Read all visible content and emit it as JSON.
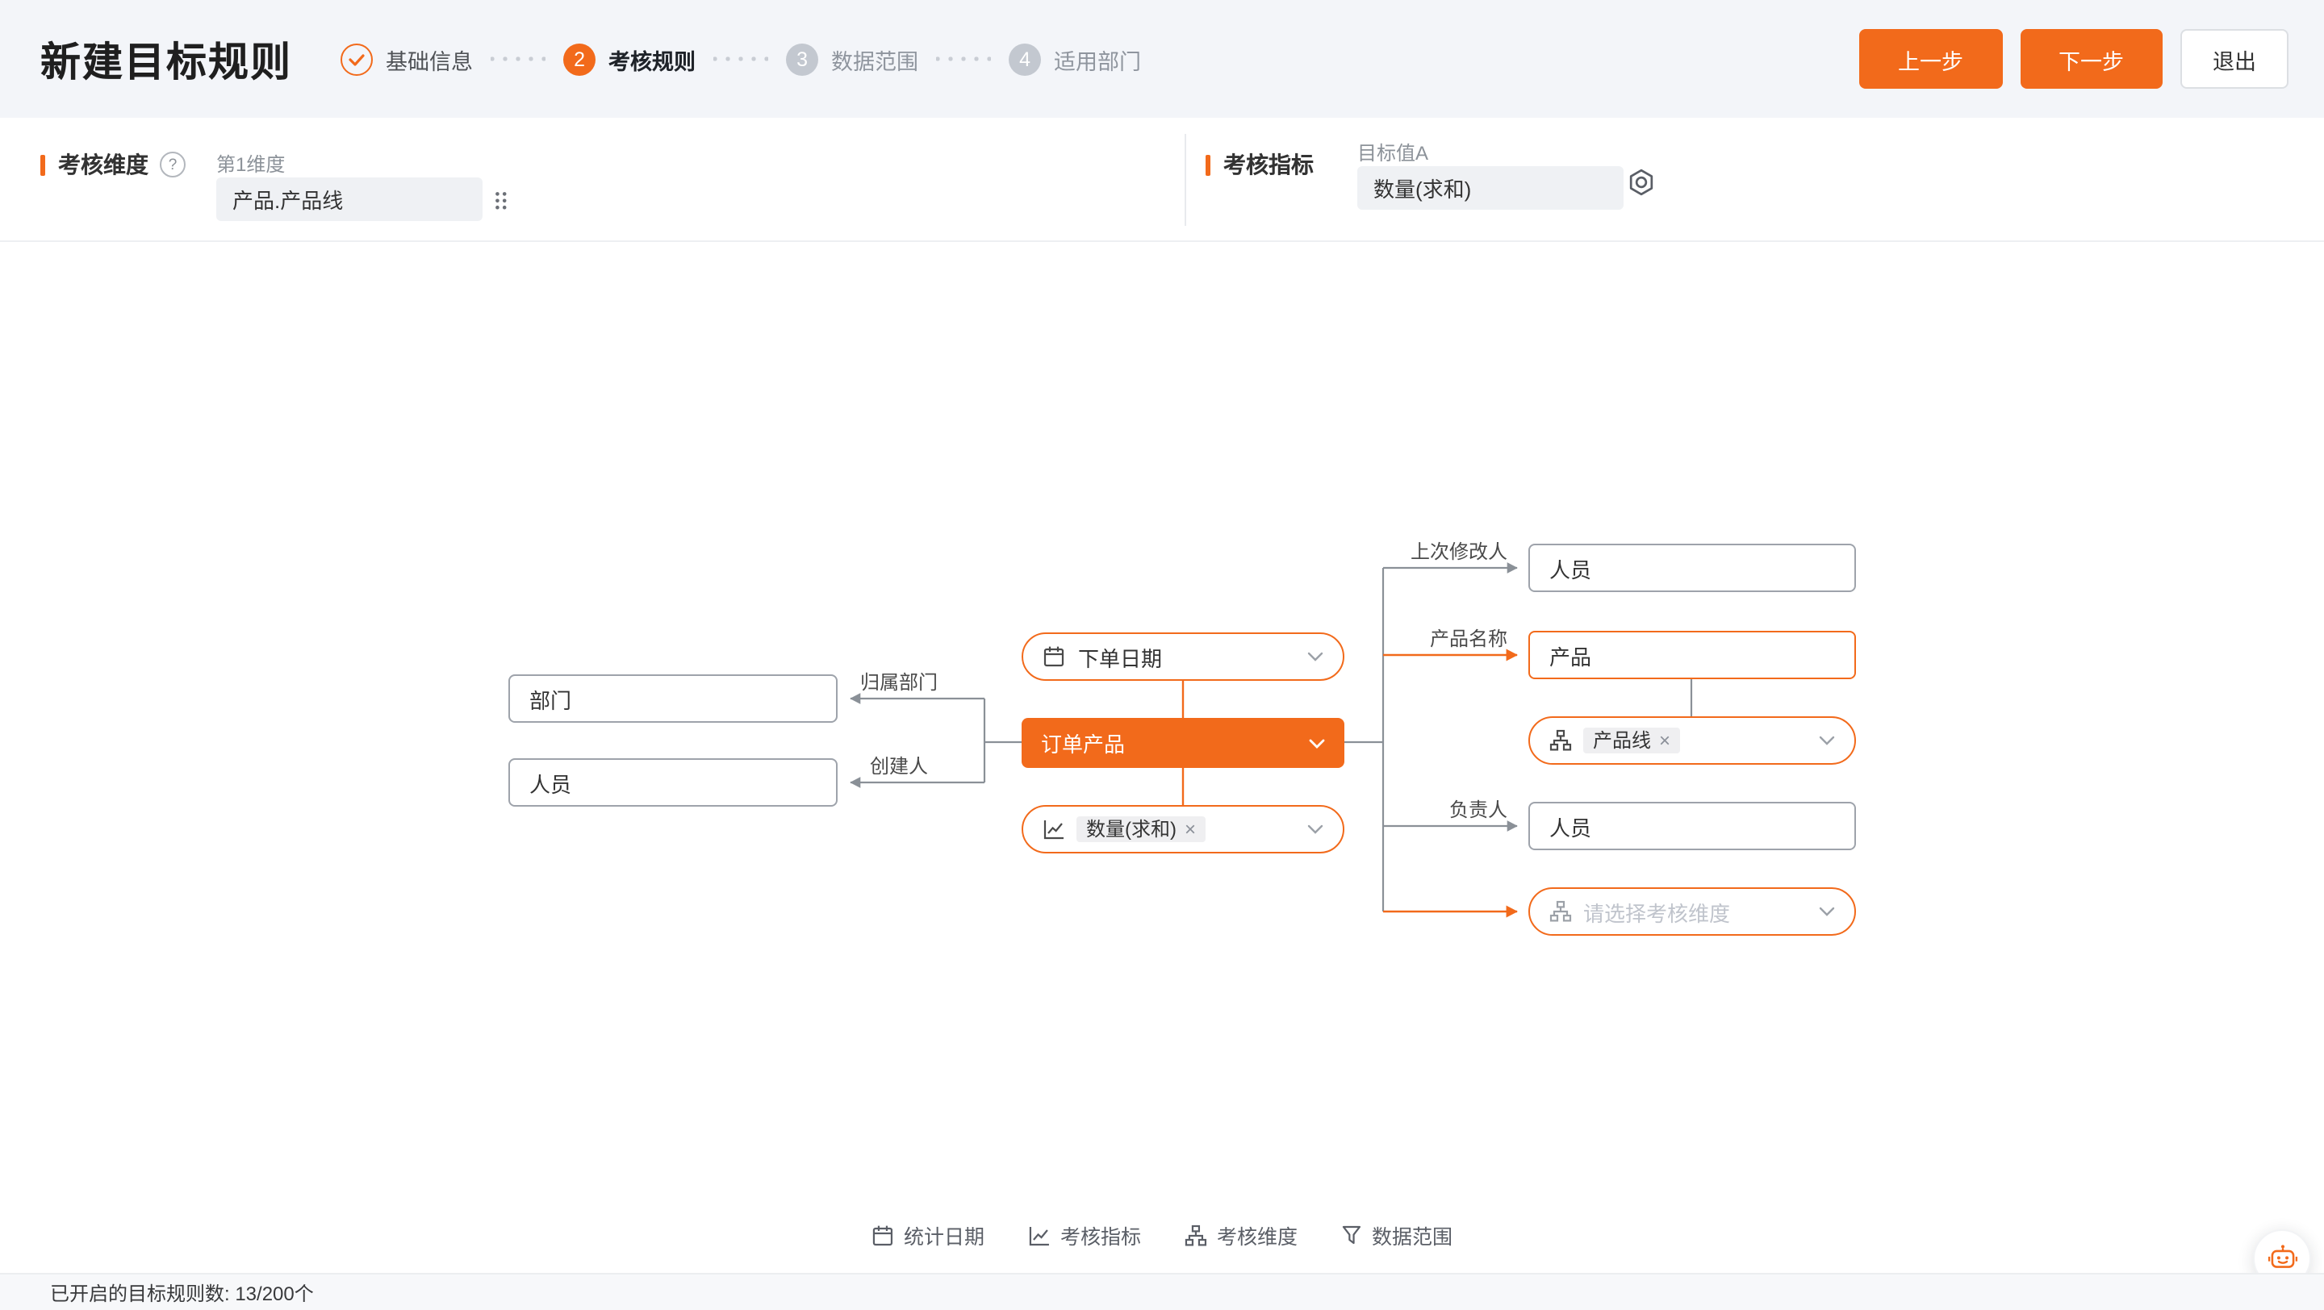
{
  "header": {
    "title": "新建目标规则",
    "steps": [
      {
        "num": "1",
        "label": "基础信息"
      },
      {
        "num": "2",
        "label": "考核规则"
      },
      {
        "num": "3",
        "label": "数据范围"
      },
      {
        "num": "4",
        "label": "适用部门"
      }
    ],
    "buttons": {
      "prev": "上一步",
      "next": "下一步",
      "exit": "退出"
    }
  },
  "config": {
    "dimension": {
      "section": "考核维度",
      "label": "第1维度",
      "value": "产品.产品线"
    },
    "indicator": {
      "section": "考核指标",
      "label": "目标值A",
      "value": "数量(求和)"
    }
  },
  "diagram": {
    "date_node": "下单日期",
    "main_node": "订单产品",
    "metric_tag": "数量(求和)",
    "left": {
      "dept": "部门",
      "person": "人员",
      "label_dept": "归属部门",
      "label_creator": "创建人"
    },
    "right": {
      "label_modifier": "上次修改人",
      "label_product_name": "产品名称",
      "label_owner": "负责人",
      "modifier_node": "人员",
      "product_node": "产品",
      "product_line_tag": "产品线",
      "owner_node": "人员",
      "dimension_placeholder": "请选择考核维度"
    }
  },
  "legend": [
    {
      "label": "统计日期"
    },
    {
      "label": "考核指标"
    },
    {
      "label": "考核维度"
    },
    {
      "label": "数据范围"
    }
  ],
  "status_bar": {
    "text": "已开启的目标规则数: 13/200个"
  },
  "glyphs": {
    "close": "×",
    "help": "?"
  },
  "colors": {
    "accent": "#F26A1B",
    "line_gray": "#8A9097"
  }
}
